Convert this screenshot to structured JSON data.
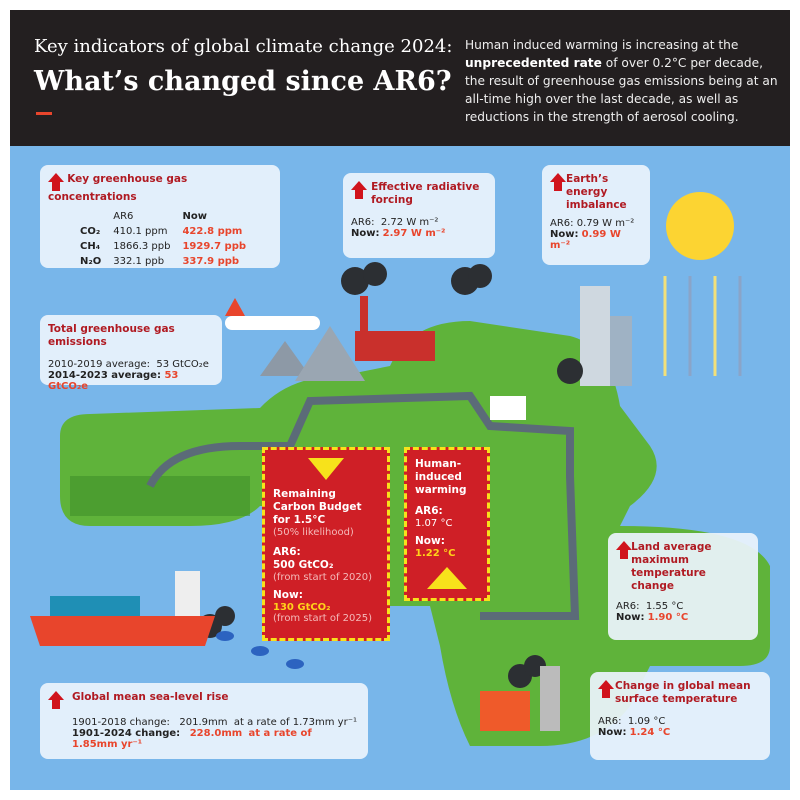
{
  "header": {
    "title_line1": "Key indicators of global climate change 2024:",
    "title_line2": "What’s changed since AR6?",
    "intro_pre": "Human induced warming is increasing at the ",
    "intro_bold": "unprecedented rate",
    "intro_post": " of over 0.2°C per decade, the result of greenhouse gas emissions being at an all-time high over the last decade, as well as reductions in the strength of aerosol cooling."
  },
  "ghg": {
    "title": "Key greenhouse gas concentrations",
    "col_ar6": "AR6",
    "col_now": "Now",
    "rows": [
      {
        "gas": "CO₂",
        "ar6": "410.1 ppm",
        "now": "422.8 ppm"
      },
      {
        "gas": "CH₄",
        "ar6": "1866.3 ppb",
        "now": "1929.7 ppb"
      },
      {
        "gas": "N₂O",
        "ar6": "332.1 ppb",
        "now": "337.9 ppb"
      }
    ]
  },
  "emissions": {
    "title": "Total greenhouse gas emissions",
    "row1_label": "2010-2019 average:",
    "row1_value": "53 GtCO₂e",
    "row2_label": "2014-2023 average:",
    "row2_value": "53 GtCO₂e"
  },
  "forcing": {
    "title": "Effective radiative forcing",
    "ar6_label": "AR6:",
    "ar6": "2.72 W m⁻²",
    "now_label": "Now:",
    "now": "2.97 W m⁻²"
  },
  "imbalance": {
    "title": "Earth’s energy imbalance",
    "ar6_label": "AR6:",
    "ar6": "0.79 W m⁻²",
    "now_label": "Now:",
    "now": "0.99 W m⁻²"
  },
  "budget": {
    "title": "Remaining Carbon Budget for 1.5°C",
    "likelihood": "(50% likelihood)",
    "ar6_label": "AR6:",
    "ar6": "500 GtCO₂",
    "ar6_note": "(from start of 2020)",
    "now_label": "Now:",
    "now": "130 GtCO₂",
    "now_note": "(from start of 2025)"
  },
  "warming": {
    "title": "Human-induced warming",
    "ar6_label": "AR6:",
    "ar6": "1.07 °C",
    "now_label": "Now:",
    "now": "1.22 °C"
  },
  "landmax": {
    "title": "Land average maximum temperature change",
    "ar6_label": "AR6:",
    "ar6": "1.55 °C",
    "now_label": "Now:",
    "now": "1.90 °C"
  },
  "sealevel": {
    "title": "Global mean sea-level rise",
    "row1_label": "1901-2018 change:",
    "row1_value": "201.9mm",
    "row1_rate": "at a rate of 1.73mm yr⁻¹",
    "row2_label": "1901-2024 change:",
    "row2_value": "228.0mm",
    "row2_rate": "at a rate of 1.85mm yr⁻¹"
  },
  "surface": {
    "title": "Change in global mean surface temperature",
    "ar6_label": "AR6:",
    "ar6": "1.09 °C",
    "now_label": "Now:",
    "now": "1.24 °C"
  },
  "colors": {
    "accent": "#b01a22",
    "now": "#e8452c",
    "sky": "#78b6ea",
    "land": "#5fb33a",
    "budget": "#cf1f26",
    "yellow": "#f7e21b"
  }
}
